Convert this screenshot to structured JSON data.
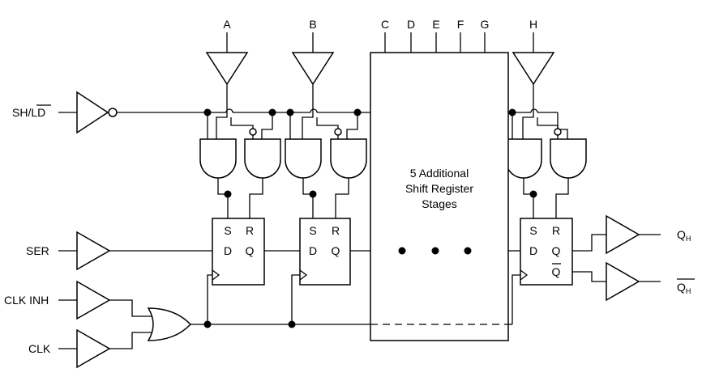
{
  "inputs": {
    "sh_ld": {
      "main": "SH/",
      "overbar": "LD"
    },
    "ser": "SER",
    "clk_inh": "CLK INH",
    "clk": "CLK"
  },
  "parallel_inputs": [
    "A",
    "B",
    "C",
    "D",
    "E",
    "F",
    "G",
    "H"
  ],
  "ff_pins": {
    "s": "S",
    "r": "R",
    "d": "D",
    "q": "Q",
    "qbar": "Q"
  },
  "middle_block": {
    "line1": "5 Additional",
    "line2": "Shift Register",
    "line3": "Stages"
  },
  "outputs": {
    "qh": {
      "main": "Q",
      "sub": "H"
    },
    "qh_bar": {
      "main": "Q",
      "sub": "H"
    }
  }
}
